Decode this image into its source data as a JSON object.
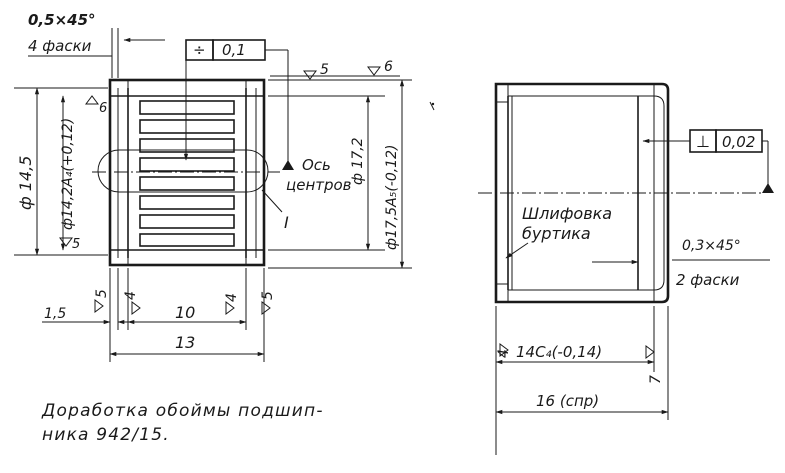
{
  "caption": {
    "line1": "Доработка обоймы подшип-",
    "line2": "ника 942/15."
  },
  "left_view": {
    "chamfer": "0,5×45°",
    "chamfer_count": "4 фаски",
    "runout_symbol": "÷",
    "runout_value": "0,1",
    "rough_top_a": "5",
    "rough_top_b": "6",
    "dim_outer": "ф 14,5",
    "dim_inner": "ф14,2A₄(+0,12)",
    "rough_left_top": "6",
    "rough_left_bottom": "5",
    "dim_right_a": "ф 17,2",
    "dim_right_b": "ф17,5A₅(-0,12)",
    "axis_label_1": "Ось",
    "axis_label_2": "центров",
    "detail_label": "I",
    "rough_bottom": [
      "5",
      "4",
      "4",
      "5"
    ],
    "dim_left_small": "1,5",
    "dim_middle": "10",
    "dim_total": "13"
  },
  "right_view": {
    "perp_symbol": "⊥",
    "perp_value": "0,02",
    "grind_1": "Шлифовка",
    "grind_2": "буртика",
    "chamfer": "0,3×45°",
    "chamfer_count": "2 фаски",
    "rough_a": "4",
    "dim_length": "14C₄(-0,14)",
    "rough_b": "7",
    "dim_ref": "16 (спр)"
  }
}
